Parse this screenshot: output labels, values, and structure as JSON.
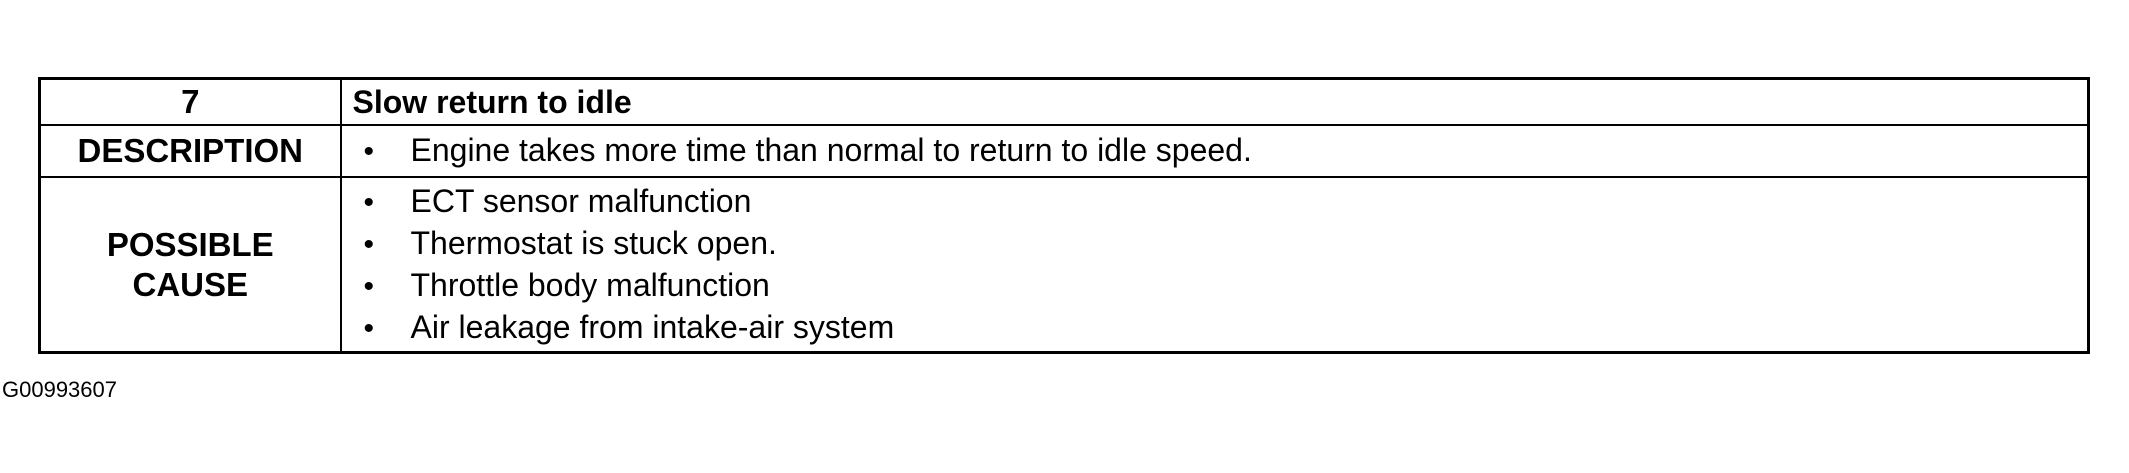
{
  "table": {
    "header": {
      "number": "7",
      "title": "Slow return to idle"
    },
    "description": {
      "label": "DESCRIPTION",
      "items": [
        "Engine takes more time than normal to return to idle speed."
      ]
    },
    "possible_cause": {
      "label_line1": "POSSIBLE",
      "label_line2": "CAUSE",
      "items": [
        "ECT sensor malfunction",
        "Thermostat is stuck open.",
        "Throttle body malfunction",
        "Air leakage from intake-air system"
      ]
    },
    "bullet_glyph": "•"
  },
  "figure_id": "G00993607"
}
